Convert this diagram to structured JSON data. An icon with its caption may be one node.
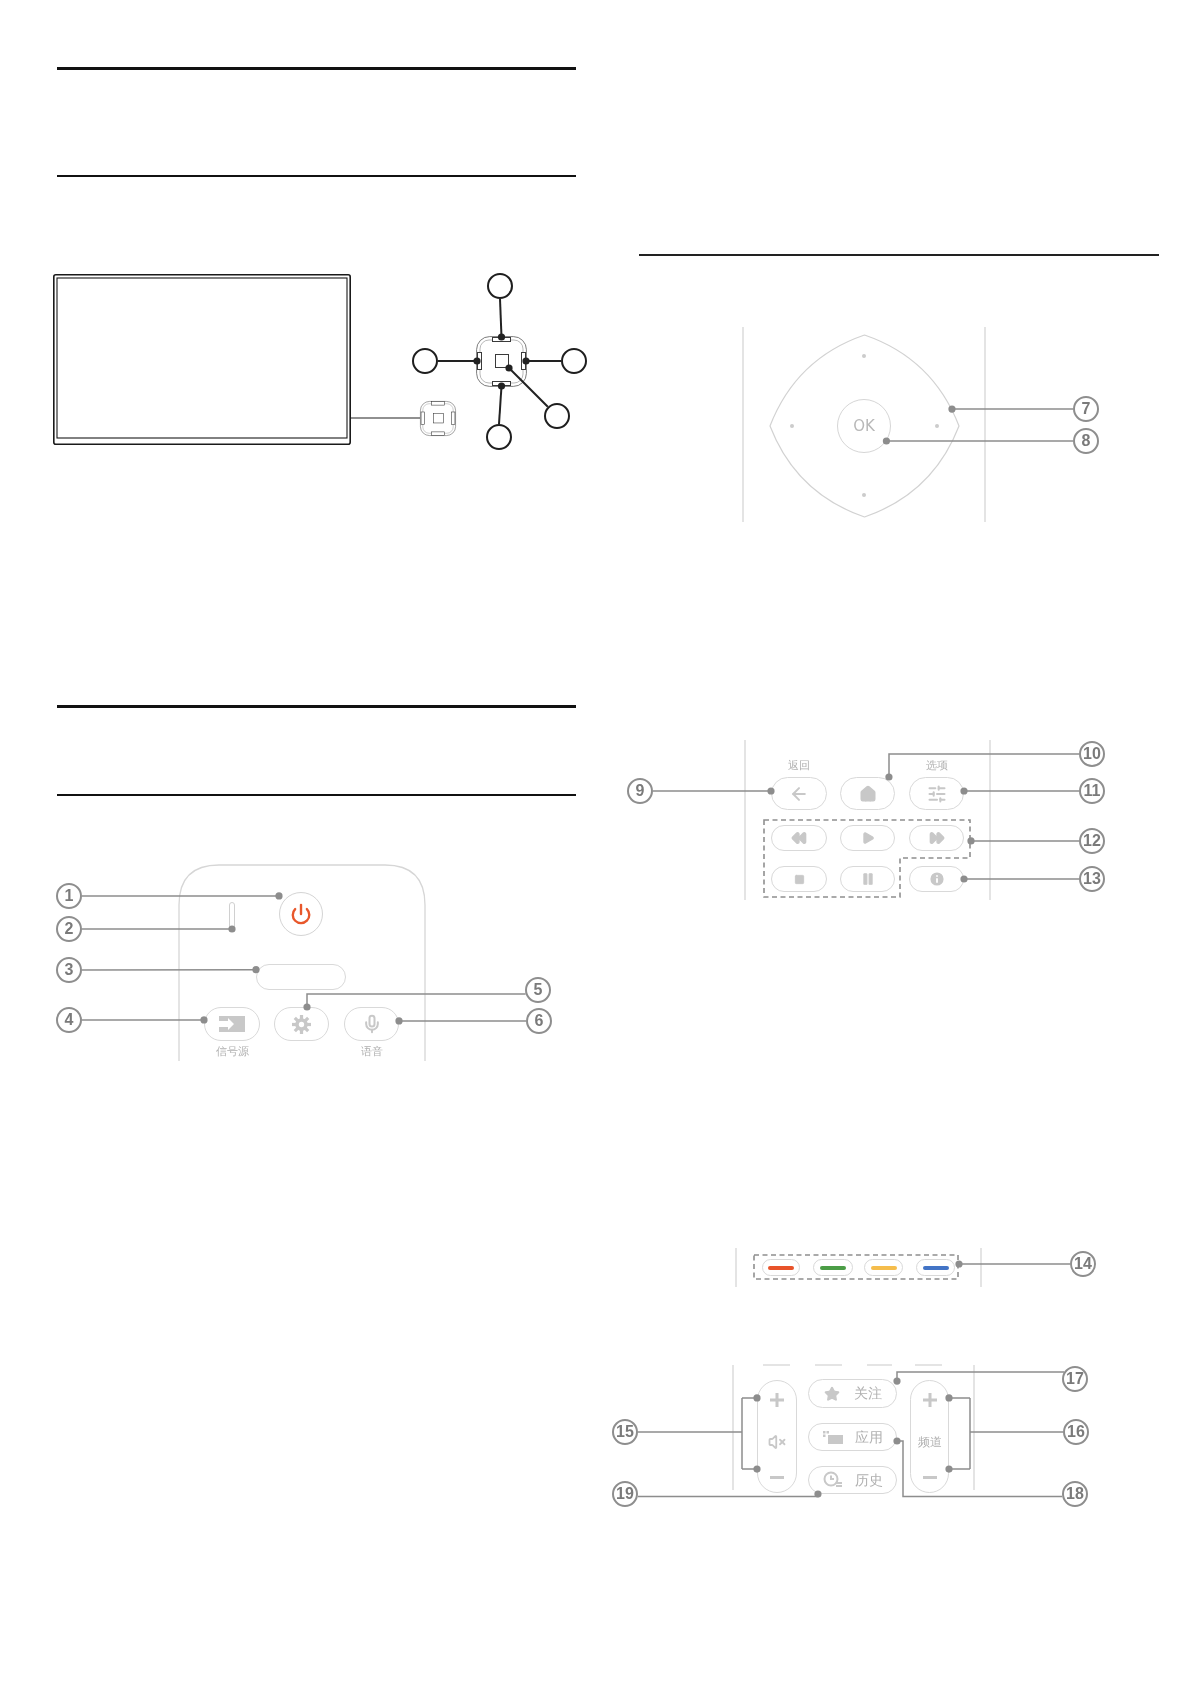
{
  "diagram": {
    "nodes": [
      {
        "text": [],
        "shape": "box"
      },
      {
        "text": [],
        "shape": "picture"
      },
      {
        "text": [],
        "shape": "circle"
      },
      {
        "text": [],
        "shape": "circle"
      },
      {
        "text": [],
        "shape": "picture"
      },
      {
        "text": [],
        "shape": "box",
        "in": 4
      },
      {
        "text": [],
        "shape": "box",
        "in": 4
      },
      {
        "text": [],
        "shape": "box",
        "in": 4
      },
      {
        "text": [],
        "shape": "box",
        "in": 4
      },
      {
        "text": [],
        "shape": "box",
        "in": 4
      },
      {
        "text": [],
        "shape": "circle"
      },
      {
        "text": [],
        "shape": "circle"
      },
      {
        "text": [],
        "shape": "circle"
      },
      {
        "text": [
          "1"
        ]
      },
      {
        "text": [],
        "shape": "circle"
      },
      {
        "text": [
          "2"
        ]
      },
      {
        "text": [],
        "shape": "bar"
      },
      {
        "text": [
          "3"
        ]
      },
      {
        "text": [],
        "shape": "box"
      },
      {
        "text": [
          "5"
        ]
      },
      {
        "text": [
          "4"
        ]
      },
      {
        "text": [],
        "shape": "box",
        "beside": [
          "信号源"
        ]
      },
      {
        "text": [],
        "shape": "box"
      },
      {
        "text": [],
        "shape": "box",
        "beside": [
          "语音"
        ]
      },
      {
        "text": [
          "6"
        ]
      },
      {
        "text": [],
        "shape": "diamond"
      },
      {
        "text": [
          "OK"
        ],
        "in": 25
      },
      {
        "text": [
          "7"
        ]
      },
      {
        "text": [
          "8"
        ]
      },
      {
        "text": [
          "9"
        ]
      },
      {
        "text": [],
        "shape": "box",
        "beside": [
          "返回"
        ]
      },
      {
        "text": [],
        "shape": "box"
      },
      {
        "text": [
          "10"
        ]
      },
      {
        "text": [],
        "shape": "box",
        "beside": [
          "选项"
        ]
      },
      {
        "text": [
          "11"
        ]
      },
      {
        "text": [],
        "shape": "box"
      },
      {
        "text": [],
        "shape": "box",
        "in": 35
      },
      {
        "text": [],
        "shape": "box",
        "in": 35
      },
      {
        "text": [],
        "shape": "box",
        "in": 35
      },
      {
        "text": [],
        "shape": "box",
        "in": 35
      },
      {
        "text": [],
        "shape": "box",
        "in": 35
      },
      {
        "text": [
          "12"
        ]
      },
      {
        "text": [],
        "shape": "box"
      },
      {
        "text": [
          "13"
        ]
      },
      {
        "text": [],
        "shape": "box"
      },
      {
        "text": [],
        "shape": "box",
        "in": 44
      },
      {
        "text": [],
        "shape": "box",
        "in": 44
      },
      {
        "text": [],
        "shape": "box",
        "in": 44
      },
      {
        "text": [],
        "shape": "box",
        "in": 44
      },
      {
        "text": [
          "14"
        ]
      },
      {
        "text": [],
        "shape": "box"
      },
      {
        "text": [
          "15"
        ]
      },
      {
        "text": [
          "关注"
        ]
      },
      {
        "text": [
          "17"
        ]
      },
      {
        "text": [
          "应用"
        ]
      },
      {
        "text": [
          "频道"
        ]
      },
      {
        "text": [
          "16"
        ]
      },
      {
        "text": [
          "历史"
        ]
      },
      {
        "text": [
          "19"
        ]
      },
      {
        "text": [
          "18"
        ]
      }
    ],
    "edges": [
      {
        "from": 0,
        "to": 1,
        "arrow": "none",
        "color": "#222222"
      },
      {
        "from": 2,
        "to": 5,
        "arrow": "other",
        "color": "#222222"
      },
      {
        "from": 3,
        "to": 6,
        "arrow": "other",
        "color": "#222222"
      },
      {
        "from": 10,
        "to": 8,
        "arrow": "other",
        "color": "#222222"
      },
      {
        "from": 11,
        "to": 7,
        "arrow": "other",
        "color": "#222222"
      },
      {
        "from": 12,
        "to": 9,
        "arrow": "other",
        "color": "#222222"
      },
      {
        "from": 13,
        "to": 14,
        "arrow": "other"
      },
      {
        "from": 15,
        "to": 16,
        "arrow": "other"
      },
      {
        "from": 17,
        "to": 18,
        "arrow": "other"
      },
      {
        "from": 19,
        "to": 22,
        "arrow": "other"
      },
      {
        "from": 20,
        "to": 21,
        "arrow": "other"
      },
      {
        "from": 24,
        "to": 23,
        "arrow": "other"
      },
      {
        "from": 27,
        "to": 25,
        "arrow": "other"
      },
      {
        "from": 28,
        "to": 26,
        "arrow": "other"
      },
      {
        "from": 29,
        "to": 30,
        "arrow": "other"
      },
      {
        "from": 32,
        "to": 31,
        "arrow": "other"
      },
      {
        "from": 34,
        "to": 33,
        "arrow": "other"
      },
      {
        "from": 41,
        "to": 35,
        "arrow": "other"
      },
      {
        "from": 43,
        "to": 42,
        "arrow": "other"
      },
      {
        "from": 49,
        "to": 44,
        "arrow": "other"
      },
      {
        "from": 51,
        "to": 50,
        "arrow": "other"
      },
      {
        "from": 53,
        "to": 52,
        "arrow": "other"
      },
      {
        "from": 56,
        "to": 55,
        "arrow": "other"
      },
      {
        "from": 58,
        "to": 57,
        "arrow": "other"
      },
      {
        "from": 59,
        "to": 54,
        "arrow": "other"
      }
    ]
  }
}
